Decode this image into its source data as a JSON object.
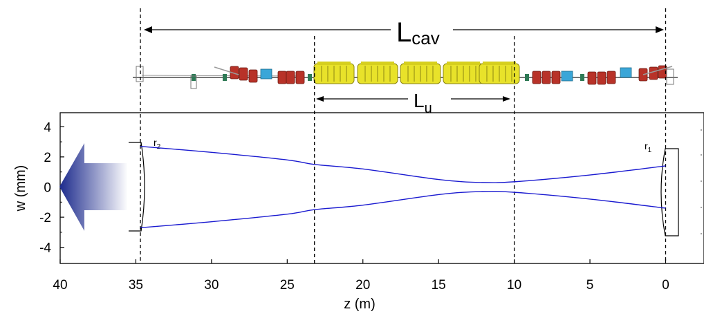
{
  "labels": {
    "cavity_length": "L",
    "cavity_length_sub": "cav",
    "undulator_length": "L",
    "undulator_length_sub": "u",
    "mirror_2": "r",
    "mirror_2_sub": "2",
    "mirror_1": "r",
    "mirror_1_sub": "1"
  },
  "colors": {
    "beam": "#1a1ad0",
    "arrow": "#1c2a8c",
    "undulator": "#e8e22a",
    "quad_red": "#b83228",
    "dipole_blue": "#3aa6d8"
  },
  "chart_data": {
    "type": "line",
    "xlabel": "z (m)",
    "ylabel": "w (mm)",
    "xlim": [
      40,
      -2.7
    ],
    "ylim": [
      -5,
      5
    ],
    "x_ticks": [
      "40",
      "35",
      "30",
      "25",
      "20",
      "15",
      "10",
      "5",
      "0"
    ],
    "y_ticks": [
      "4",
      "2",
      "0",
      "-2",
      "-4"
    ],
    "vertical_markers_z": [
      34.7,
      23.2,
      10.0,
      0.0
    ],
    "waist_z": 12.2,
    "series": [
      {
        "x": [
          34.7,
          30,
          25,
          23.2,
          20,
          15,
          12.2,
          10,
          5,
          0
        ],
        "y": [
          2.7,
          2.3,
          1.8,
          1.5,
          1.2,
          0.5,
          0.3,
          0.35,
          0.8,
          1.4
        ]
      },
      {
        "x": [
          34.7,
          30,
          25,
          23.2,
          20,
          15,
          12.2,
          10,
          5,
          0
        ],
        "y": [
          -2.7,
          -2.3,
          -1.8,
          -1.5,
          -1.2,
          -0.5,
          -0.3,
          -0.35,
          -0.8,
          -1.4
        ]
      }
    ]
  }
}
